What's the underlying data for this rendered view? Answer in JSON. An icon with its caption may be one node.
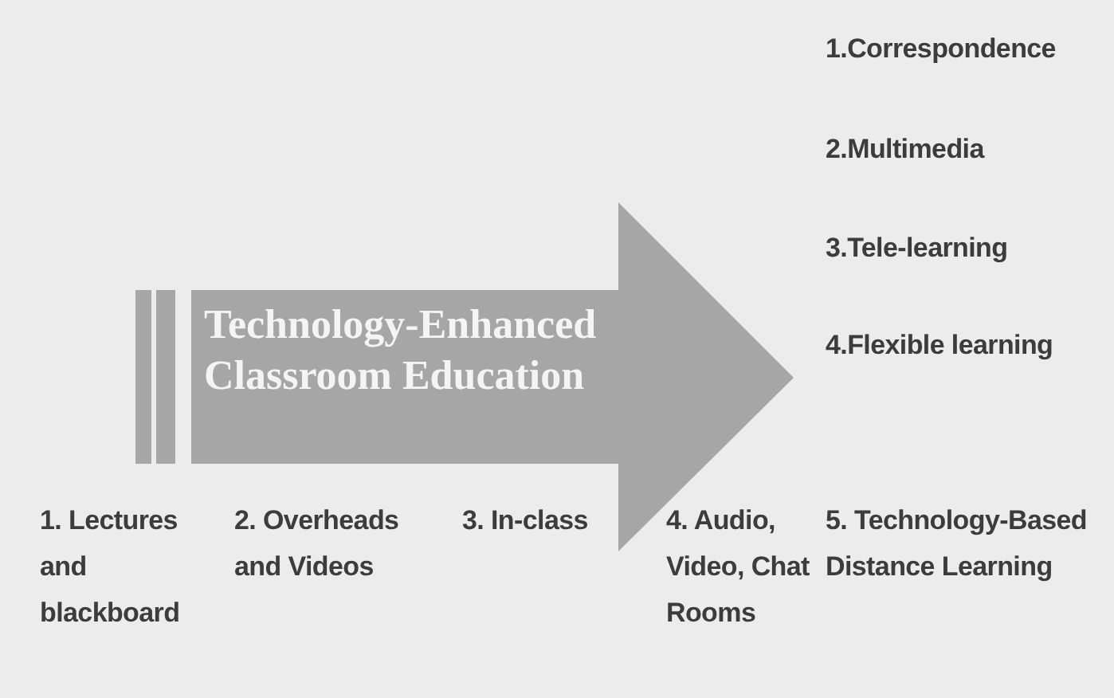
{
  "diagram": {
    "nodes": [
      {
        "text": [
          "Technology-Enhanced Classroom Education"
        ]
      }
    ],
    "labels": [
      "1.Correspondence",
      "2.Multimedia",
      "3.Tele-learning",
      "4.Flexible learning",
      "1. Lectures and blackboard",
      "2. Overheads and Videos",
      "3. In-class",
      "4. Audio, Video, Chat Rooms",
      "5. Technology-Based Distance Learning"
    ]
  }
}
